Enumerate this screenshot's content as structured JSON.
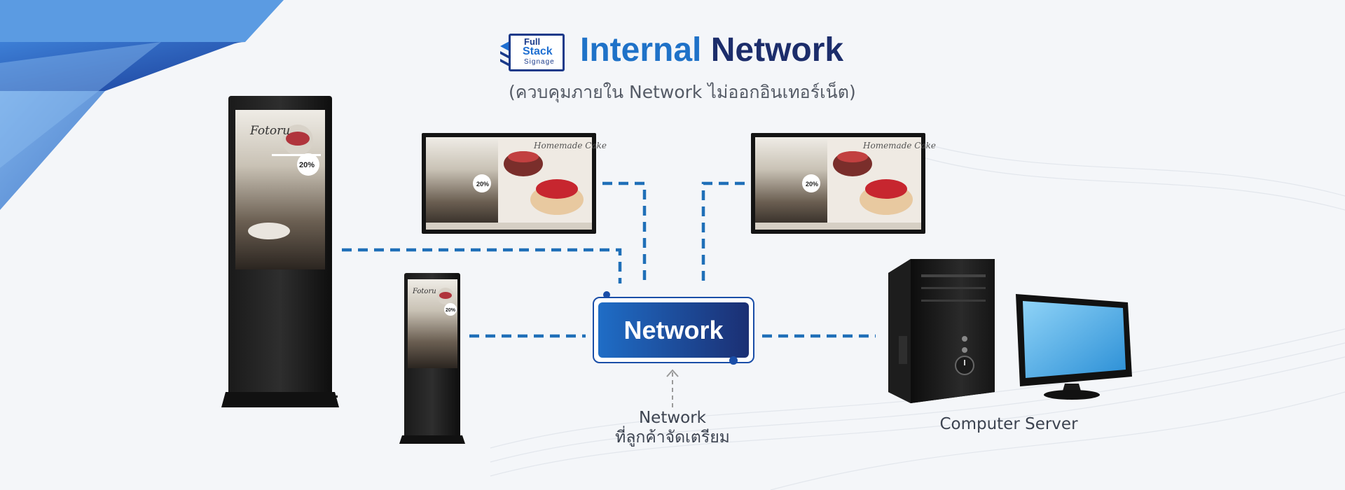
{
  "logo": {
    "line1": "Full",
    "line2": "Stack",
    "line3": "Signage"
  },
  "title": {
    "part1": "Internal",
    "part2": "Network"
  },
  "subtitle": "(ควบคุมภายใน Network ไม่ออกอินเทอร์เน็ต)",
  "hub": {
    "label": "Network"
  },
  "customer_network": {
    "line1": "Network",
    "line2": "ที่ลูกค้าจัดเตรียม"
  },
  "server": {
    "label": "Computer Server"
  },
  "colors": {
    "accent": "#1f72c8",
    "navy": "#1c2d6b",
    "link": "#1f6fb8",
    "screen_black": "#111111"
  },
  "icons": [
    "stack-logo-icon",
    "kiosk-icon",
    "monitor-icon",
    "server-tower-icon",
    "desktop-monitor-icon",
    "arrow-up-icon"
  ]
}
